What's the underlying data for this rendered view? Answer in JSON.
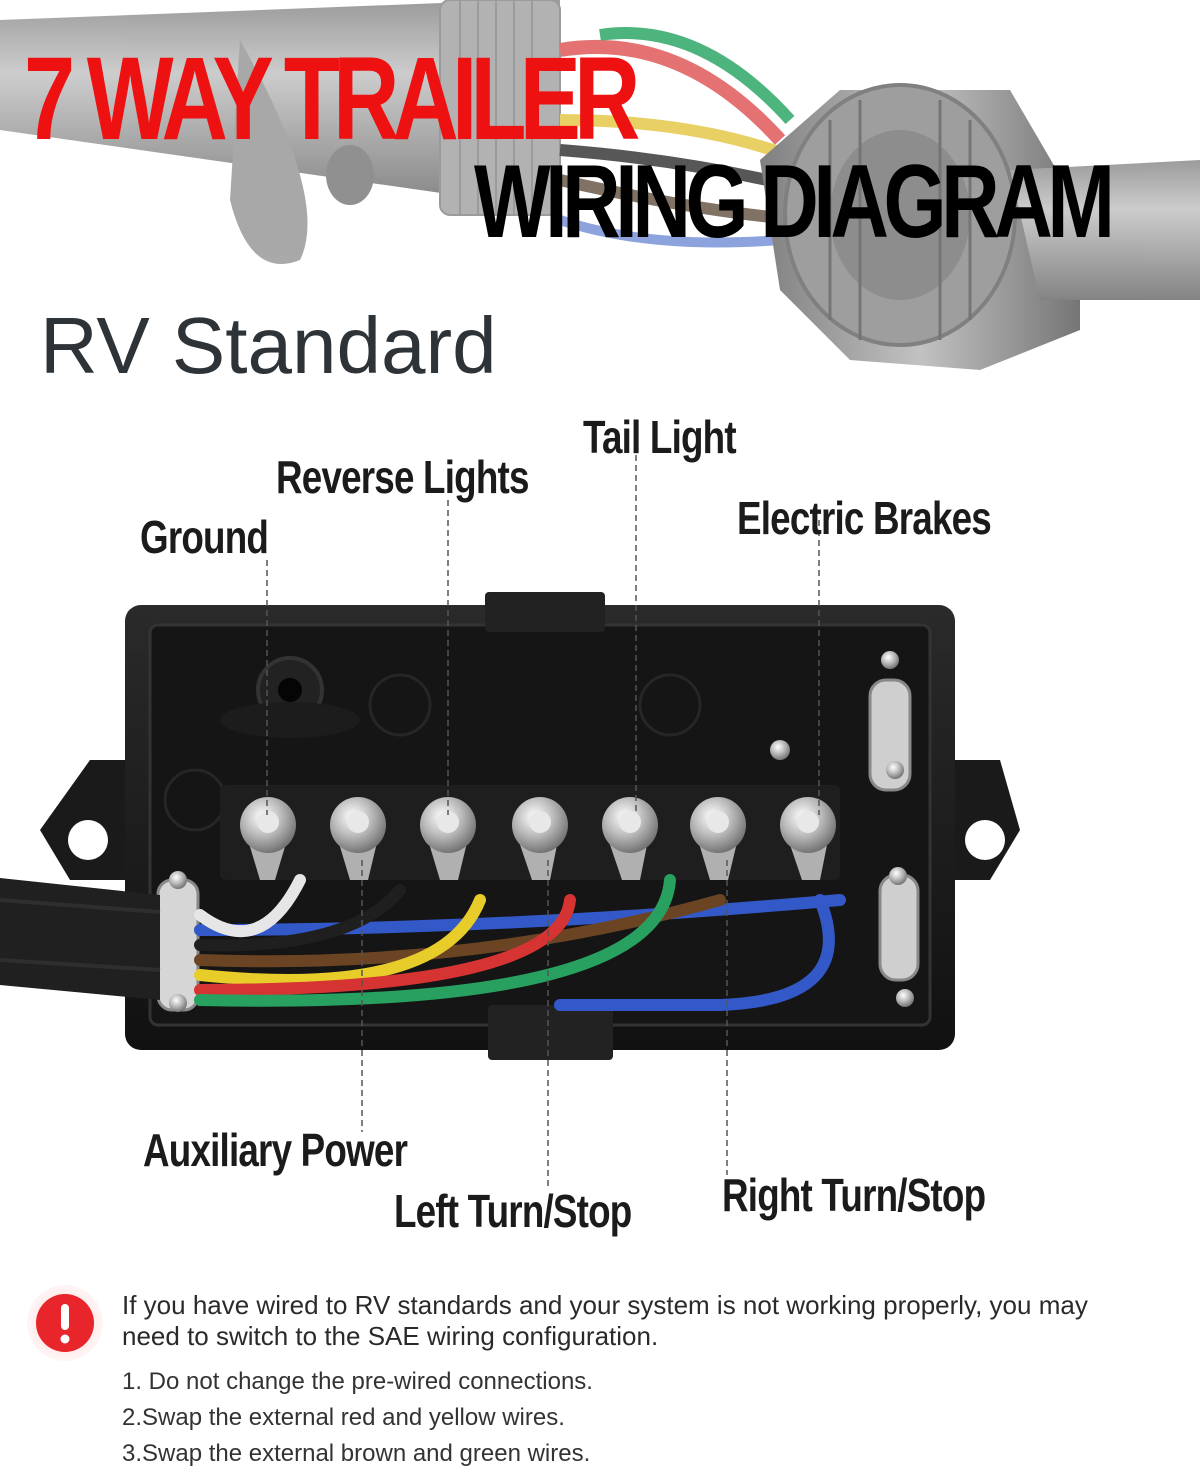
{
  "header": {
    "title_line1": "7 WAY TRAILER",
    "title_line2": "WIRING DIAGRAM",
    "subtitle": "RV Standard"
  },
  "labels": {
    "ground": "Ground",
    "reverse_lights": "Reverse Lights",
    "tail_light": "Tail Light",
    "electric_brakes": "Electric Brakes",
    "auxiliary_power": "Auxiliary Power",
    "left_turn_stop": "Left Turn/Stop",
    "right_turn_stop": "Right Turn/Stop"
  },
  "note": {
    "icon": "exclamation-icon",
    "text": "If you have wired to RV standards and your system is not working properly, you may need to switch to the SAE wiring configuration.",
    "steps": [
      "1. Do not change the pre-wired connections.",
      "2.Swap the external red and yellow wires.",
      "3.Swap the external brown and green wires."
    ]
  },
  "colors": {
    "title_red": "#ee1111",
    "warning_red": "#e8252b",
    "wire_white": "#e6e6e6",
    "wire_black": "#1f1f1f",
    "wire_yellow": "#e8cc2a",
    "wire_red": "#d63333",
    "wire_green": "#27a060",
    "wire_brown": "#6b4423",
    "wire_blue": "#3358c8"
  }
}
